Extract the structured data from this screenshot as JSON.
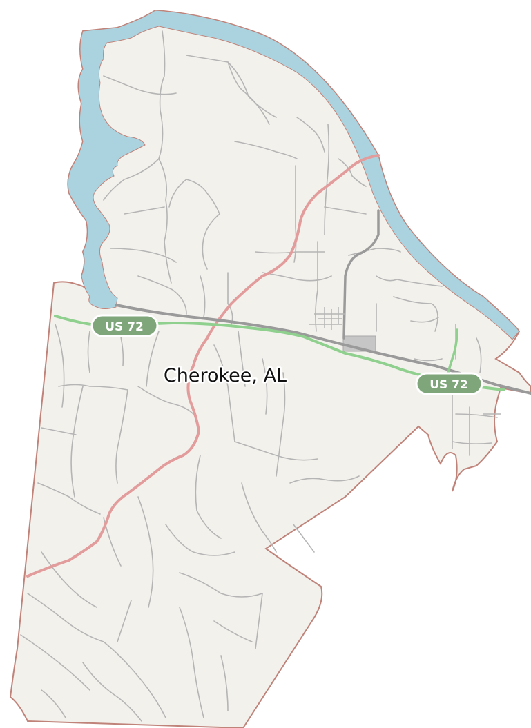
{
  "map": {
    "place_label": "Cherokee, AL",
    "highway_shields": [
      {
        "label": "US 72"
      },
      {
        "label": "US 72"
      }
    ],
    "colors": {
      "land": "#f3f1ec",
      "water": "#aad3df",
      "boundary": "#c0837a",
      "minor_road": "#b5b5b5",
      "primary_road": "#e29c9c",
      "trunk_road": "#8fd08f",
      "motorway": "#9a9a9a",
      "urban_area": "#c6c6c6",
      "shield_fill": "#7fa67a"
    }
  }
}
